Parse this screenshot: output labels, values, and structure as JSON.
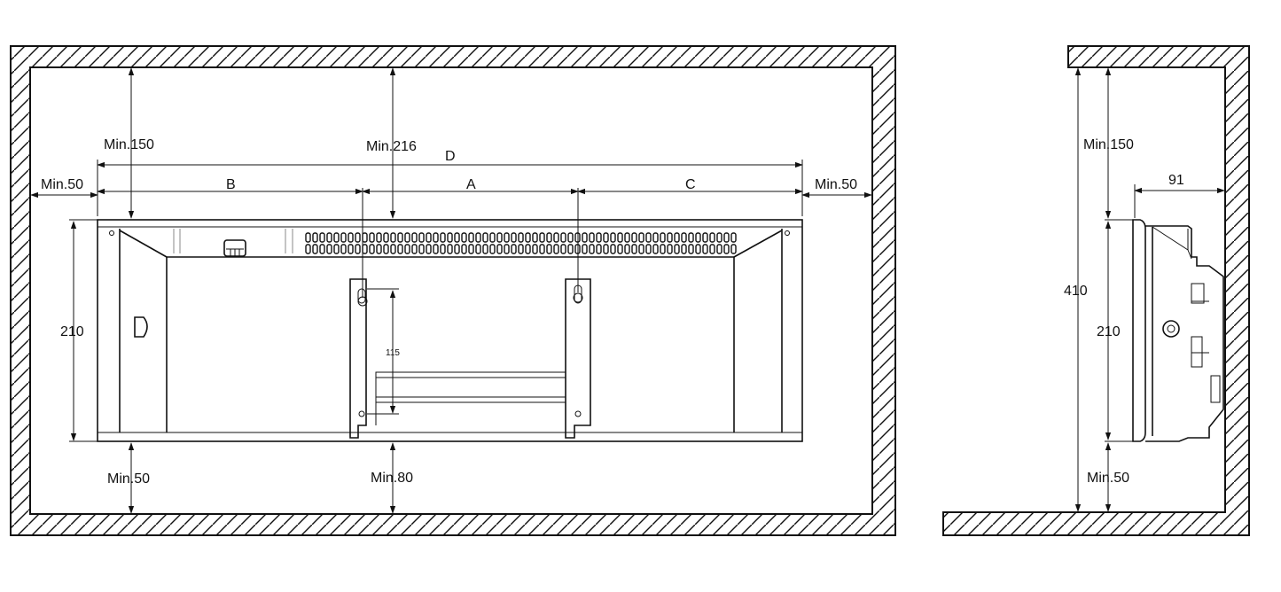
{
  "front_view": {
    "min_top_left": "Min.150",
    "min_top_center": "Min.216",
    "overall_width": "D",
    "dim_b": "B",
    "dim_a": "A",
    "dim_c": "C",
    "min_side_left": "Min.50",
    "min_side_right": "Min.50",
    "height": "210",
    "bracket_spacing": "115",
    "min_bottom_left": "Min.50",
    "min_bottom_center": "Min.80"
  },
  "side_view": {
    "min_top": "Min.150",
    "depth": "91",
    "total_height": "410",
    "height": "210",
    "min_bottom": "Min.50"
  }
}
